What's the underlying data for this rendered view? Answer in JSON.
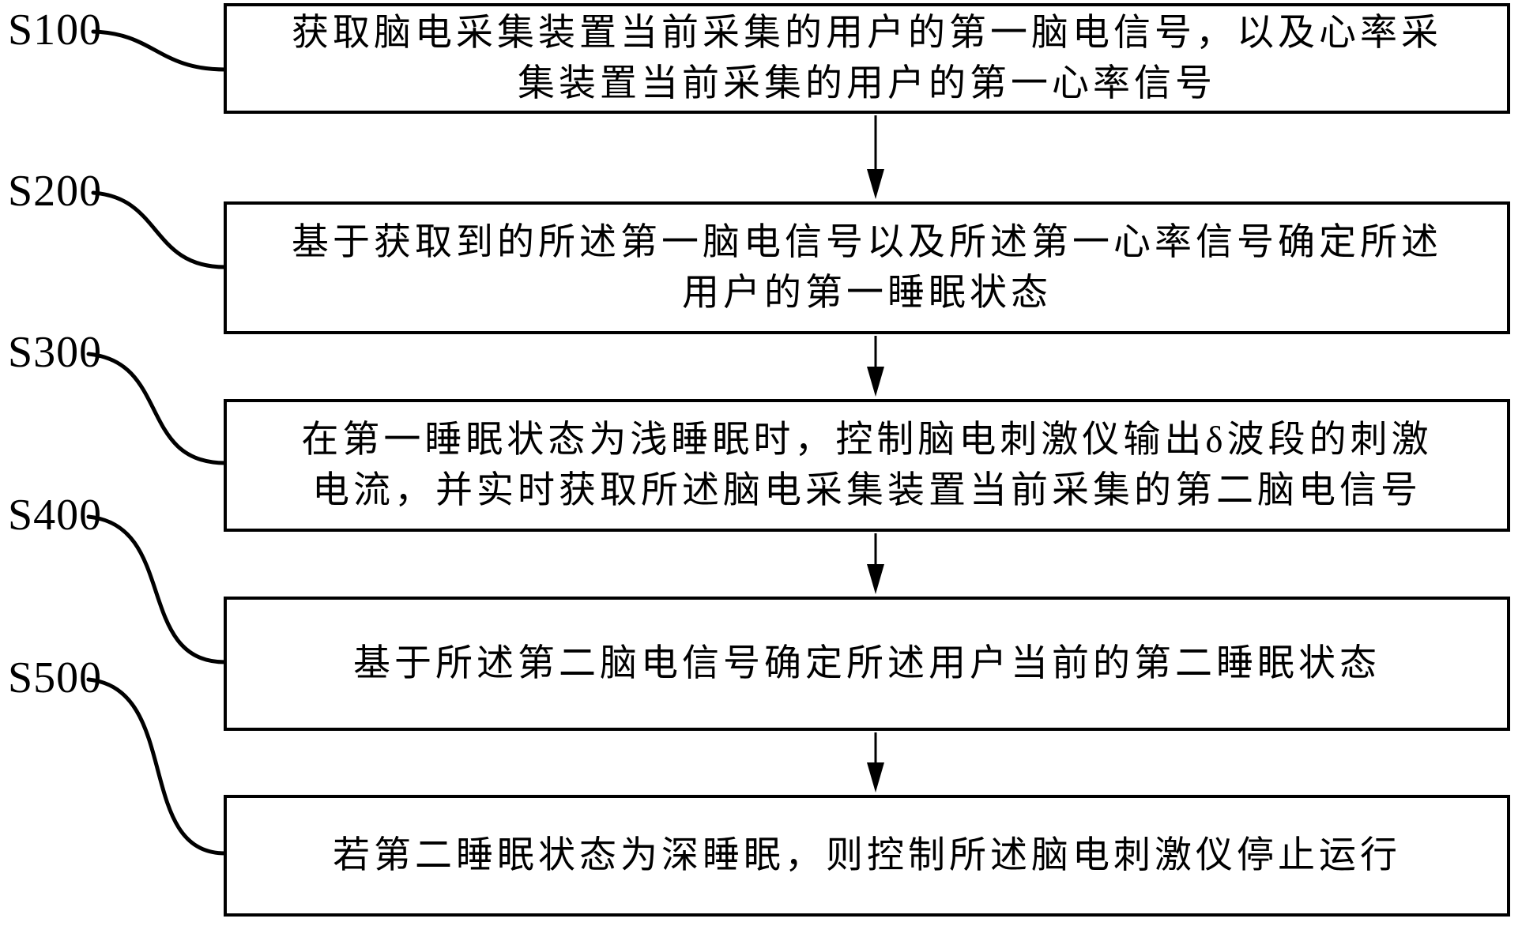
{
  "figure": {
    "type": "flowchart",
    "background_color": "#ffffff",
    "line_color": "#000000",
    "text_color": "#000000",
    "steps": [
      {
        "label": "S100",
        "lines": [
          "获取脑电采集装置当前采集的用户的第一脑电信号，以及心率采",
          "集装置当前采集的用户的第一心率信号"
        ]
      },
      {
        "label": "S200",
        "lines": [
          "基于获取到的所述第一脑电信号以及所述第一心率信号确定所述",
          "用户的第一睡眠状态"
        ]
      },
      {
        "label": "S300",
        "lines": [
          "在第一睡眠状态为浅睡眠时，控制脑电刺激仪输出δ波段的刺激",
          "电流，并实时获取所述脑电采集装置当前采集的第二脑电信号"
        ]
      },
      {
        "label": "S400",
        "lines": [
          "基于所述第二脑电信号确定所述用户当前的第二睡眠状态"
        ]
      },
      {
        "label": "S500",
        "lines": [
          "若第二睡眠状态为深睡眠，则控制所述脑电刺激仪停止运行"
        ]
      }
    ],
    "flow_order": [
      "S100",
      "S200",
      "S300",
      "S400",
      "S500"
    ]
  }
}
